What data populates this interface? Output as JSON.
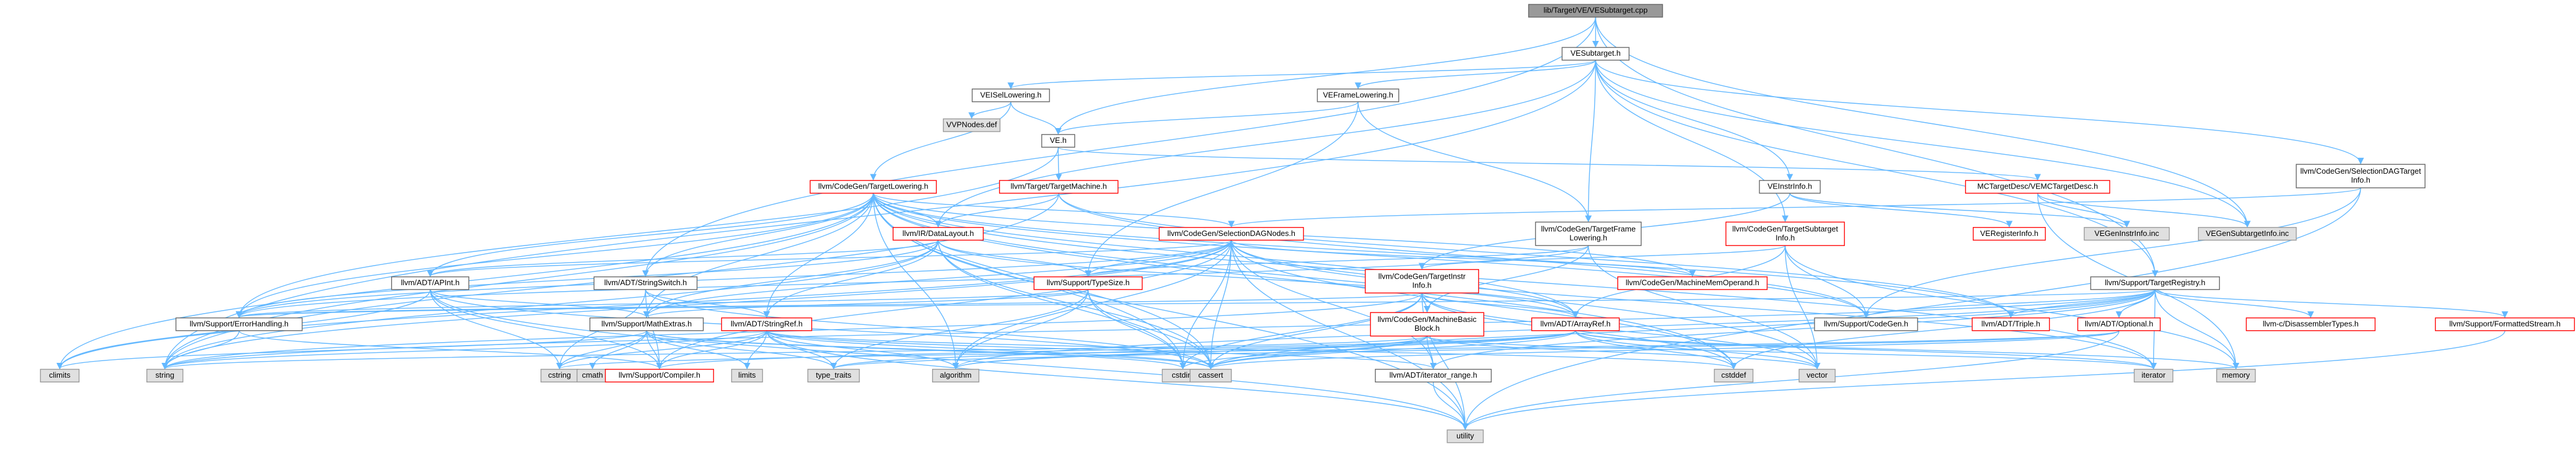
{
  "graph": {
    "colors": {
      "edge": "#63b8ff",
      "root_fill": "#999999",
      "root_stroke": "#666666",
      "normal_fill": "#ffffff",
      "normal_stroke": "#666666",
      "red_stroke": "#ff0000",
      "sys_fill": "#e0e0e0",
      "sys_stroke": "#999999"
    },
    "nodes": [
      {
        "id": "root",
        "label": "lib/Target/VE/VESubtarget.cpp",
        "style": "root"
      },
      {
        "id": "vesubtarget_h",
        "label": "VESubtarget.h",
        "style": "normal"
      },
      {
        "id": "veisellowering_h",
        "label": "VEISelLowering.h",
        "style": "normal"
      },
      {
        "id": "veframelowering_h",
        "label": "VEFrameLowering.h",
        "style": "normal"
      },
      {
        "id": "vvpnodes_def",
        "label": "VVPNodes.def",
        "style": "sys"
      },
      {
        "id": "ve_h",
        "label": "VE.h",
        "style": "normal"
      },
      {
        "id": "veinstrinfo_h",
        "label": "VEInstrInfo.h",
        "style": "normal"
      },
      {
        "id": "mc_vemctargetdesc_h",
        "label": "MCTargetDesc/VEMCTargetDesc.h",
        "style": "red"
      },
      {
        "id": "cg_selectiondagtargetinfo_h",
        "label": [
          "llvm/CodeGen/SelectionDAGTarget",
          "Info.h"
        ],
        "style": "normal"
      },
      {
        "id": "cg_targetlowering_h",
        "label": "llvm/CodeGen/TargetLowering.h",
        "style": "red"
      },
      {
        "id": "target_targetmachine_h",
        "label": "llvm/Target/TargetMachine.h",
        "style": "red"
      },
      {
        "id": "ir_datalayout_h",
        "label": "llvm/IR/DataLayout.h",
        "style": "red"
      },
      {
        "id": "cg_selectiondagnodes_h",
        "label": "llvm/CodeGen/SelectionDAGNodes.h",
        "style": "red"
      },
      {
        "id": "cg_targetframelowering_h",
        "label": [
          "llvm/CodeGen/TargetFrame",
          "Lowering.h"
        ],
        "style": "normal"
      },
      {
        "id": "cg_targetsubtargetinfo_h",
        "label": [
          "llvm/CodeGen/TargetSubtarget",
          "Info.h"
        ],
        "style": "red"
      },
      {
        "id": "veregisterinfo_h",
        "label": "VERegisterInfo.h",
        "style": "red"
      },
      {
        "id": "vegeninstrinfo_inc",
        "label": "VEGenInstrInfo.inc",
        "style": "sys"
      },
      {
        "id": "vegensubtargetinfo_inc",
        "label": "VEGenSubtargetInfo.inc",
        "style": "sys"
      },
      {
        "id": "adt_apint_h",
        "label": "llvm/ADT/APInt.h",
        "style": "normal"
      },
      {
        "id": "adt_stringswitch_h",
        "label": "llvm/ADT/StringSwitch.h",
        "style": "normal"
      },
      {
        "id": "support_typesize_h",
        "label": "llvm/Support/TypeSize.h",
        "style": "red"
      },
      {
        "id": "cg_targetinstrinfo_h",
        "label": [
          "llvm/CodeGen/TargetInstr",
          "Info.h"
        ],
        "style": "red"
      },
      {
        "id": "cg_machinememoperand_h",
        "label": "llvm/CodeGen/MachineMemOperand.h",
        "style": "red"
      },
      {
        "id": "support_targetregistry_h",
        "label": "llvm/Support/TargetRegistry.h",
        "style": "normal"
      },
      {
        "id": "support_errorhandling_h",
        "label": "llvm/Support/ErrorHandling.h",
        "style": "normal"
      },
      {
        "id": "support_mathextras_h",
        "label": "llvm/Support/MathExtras.h",
        "style": "normal"
      },
      {
        "id": "adt_stringref_h",
        "label": "llvm/ADT/StringRef.h",
        "style": "red"
      },
      {
        "id": "cg_machinebasicblock_h",
        "label": [
          "llvm/CodeGen/MachineBasic",
          "Block.h"
        ],
        "style": "red"
      },
      {
        "id": "adt_arrayref_h",
        "label": "llvm/ADT/ArrayRef.h",
        "style": "red"
      },
      {
        "id": "support_codegen_h",
        "label": "llvm/Support/CodeGen.h",
        "style": "normal"
      },
      {
        "id": "adt_triple_h",
        "label": "llvm/ADT/Triple.h",
        "style": "red"
      },
      {
        "id": "adt_optional_h",
        "label": "llvm/ADT/Optional.h",
        "style": "red"
      },
      {
        "id": "c_disassemblertypes_h",
        "label": "llvm-c/DisassemblerTypes.h",
        "style": "red"
      },
      {
        "id": "support_formattedstream_h",
        "label": "llvm/Support/FormattedStream.h",
        "style": "red"
      },
      {
        "id": "climits",
        "label": "climits",
        "style": "sys"
      },
      {
        "id": "string",
        "label": "string",
        "style": "sys"
      },
      {
        "id": "cstring",
        "label": "cstring",
        "style": "sys"
      },
      {
        "id": "cmath",
        "label": "cmath",
        "style": "sys"
      },
      {
        "id": "support_compiler_h",
        "label": "llvm/Support/Compiler.h",
        "style": "red"
      },
      {
        "id": "limits",
        "label": "limits",
        "style": "sys"
      },
      {
        "id": "type_traits",
        "label": "type_traits",
        "style": "sys"
      },
      {
        "id": "algorithm",
        "label": "algorithm",
        "style": "sys"
      },
      {
        "id": "cstdint",
        "label": "cstdint",
        "style": "sys"
      },
      {
        "id": "cassert",
        "label": "cassert",
        "style": "sys"
      },
      {
        "id": "adt_iterator_range_h",
        "label": "llvm/ADT/iterator_range.h",
        "style": "normal"
      },
      {
        "id": "cstddef",
        "label": "cstddef",
        "style": "sys"
      },
      {
        "id": "vector",
        "label": "vector",
        "style": "sys"
      },
      {
        "id": "iterator",
        "label": "iterator",
        "style": "sys"
      },
      {
        "id": "memory",
        "label": "memory",
        "style": "sys"
      },
      {
        "id": "utility",
        "label": "utility",
        "style": "sys"
      }
    ],
    "edges": [
      [
        "root",
        "vesubtarget_h"
      ],
      [
        "root",
        "ve_h"
      ],
      [
        "root",
        "adt_stringswitch_h"
      ],
      [
        "root",
        "support_targetregistry_h"
      ],
      [
        "root",
        "vegensubtargetinfo_inc"
      ],
      [
        "vesubtarget_h",
        "veisellowering_h"
      ],
      [
        "vesubtarget_h",
        "veframelowering_h"
      ],
      [
        "vesubtarget_h",
        "veinstrinfo_h"
      ],
      [
        "vesubtarget_h",
        "cg_selectiondagtargetinfo_h"
      ],
      [
        "vesubtarget_h",
        "cg_targetframelowering_h"
      ],
      [
        "vesubtarget_h",
        "cg_targetsubtargetinfo_h"
      ],
      [
        "vesubtarget_h",
        "ir_datalayout_h"
      ],
      [
        "vesubtarget_h",
        "vegensubtargetinfo_inc"
      ],
      [
        "vesubtarget_h",
        "string"
      ],
      [
        "vesubtarget_h",
        "support_targetregistry_h"
      ],
      [
        "veisellowering_h",
        "ve_h"
      ],
      [
        "veisellowering_h",
        "cg_targetlowering_h"
      ],
      [
        "veisellowering_h",
        "vvpnodes_def"
      ],
      [
        "veframelowering_h",
        "ve_h"
      ],
      [
        "veframelowering_h",
        "cg_targetframelowering_h"
      ],
      [
        "veframelowering_h",
        "support_typesize_h"
      ],
      [
        "ve_h",
        "mc_vemctargetdesc_h"
      ],
      [
        "ve_h",
        "support_errorhandling_h"
      ],
      [
        "ve_h",
        "target_targetmachine_h"
      ],
      [
        "veinstrinfo_h",
        "veregisterinfo_h"
      ],
      [
        "veinstrinfo_h",
        "cg_targetinstrinfo_h"
      ],
      [
        "veinstrinfo_h",
        "vegeninstrinfo_inc"
      ],
      [
        "mc_vemctargetdesc_h",
        "support_datatypes"
      ],
      [
        "mc_vemctargetdesc_h",
        "memory"
      ],
      [
        "mc_vemctargetdesc_h",
        "vegeninstrinfo_inc"
      ],
      [
        "mc_vemctargetdesc_h",
        "vegensubtargetinfo_inc"
      ],
      [
        "cg_selectiondagtargetinfo_h",
        "cg_selectiondagnodes_h"
      ],
      [
        "cg_selectiondagtargetinfo_h",
        "support_codegen_h"
      ],
      [
        "cg_selectiondagtargetinfo_h",
        "utility"
      ],
      [
        "cg_targetlowering_h",
        "adt_apint_h"
      ],
      [
        "cg_targetlowering_h",
        "adt_arrayref_h"
      ],
      [
        "cg_targetlowering_h",
        "adt_stringref_h"
      ],
      [
        "cg_targetlowering_h",
        "cg_selectiondagnodes_h"
      ],
      [
        "cg_targetlowering_h",
        "ir_datalayout_h"
      ],
      [
        "cg_targetlowering_h",
        "support_errorhandling_h"
      ],
      [
        "cg_targetlowering_h",
        "support_mathextras_h"
      ],
      [
        "cg_targetlowering_h",
        "algorithm"
      ],
      [
        "cg_targetlowering_h",
        "cassert"
      ],
      [
        "cg_targetlowering_h",
        "climits"
      ],
      [
        "cg_targetlowering_h",
        "cstdint"
      ],
      [
        "cg_targetlowering_h",
        "iterator"
      ],
      [
        "cg_targetlowering_h",
        "string"
      ],
      [
        "cg_targetlowering_h",
        "utility"
      ],
      [
        "cg_targetlowering_h",
        "vector"
      ],
      [
        "cg_targetlowering_h",
        "support_codegen_h"
      ],
      [
        "cg_targetlowering_h",
        "adt_stringswitch_h"
      ],
      [
        "cg_targetlowering_h",
        "cg_machinememoperand_h"
      ],
      [
        "cg_targetlowering_h",
        "adt_triple_h"
      ],
      [
        "cg_targetlowering_h",
        "cstddef"
      ],
      [
        "target_targetmachine_h",
        "ir_datalayout_h"
      ],
      [
        "target_targetmachine_h",
        "support_codegen_h"
      ],
      [
        "target_targetmachine_h",
        "string"
      ],
      [
        "target_targetmachine_h",
        "adt_triple_h"
      ],
      [
        "ir_datalayout_h",
        "adt_apint_h"
      ],
      [
        "ir_datalayout_h",
        "adt_arrayref_h"
      ],
      [
        "ir_datalayout_h",
        "adt_stringref_h"
      ],
      [
        "ir_datalayout_h",
        "support_errorhandling_h"
      ],
      [
        "ir_datalayout_h",
        "support_mathextras_h"
      ],
      [
        "ir_datalayout_h",
        "support_typesize_h"
      ],
      [
        "ir_datalayout_h",
        "cassert"
      ],
      [
        "ir_datalayout_h",
        "cstdint"
      ],
      [
        "ir_datalayout_h",
        "string"
      ],
      [
        "cg_selectiondagnodes_h",
        "adt_apint_h"
      ],
      [
        "cg_selectiondagnodes_h",
        "adt_arrayref_h"
      ],
      [
        "cg_selectiondagnodes_h",
        "adt_iterator_range_h"
      ],
      [
        "cg_selectiondagnodes_h",
        "cg_machinememoperand_h"
      ],
      [
        "cg_selectiondagnodes_h",
        "support_typesize_h"
      ],
      [
        "cg_selectiondagnodes_h",
        "support_errorhandling_h"
      ],
      [
        "cg_selectiondagnodes_h",
        "support_mathextras_h"
      ],
      [
        "cg_selectiondagnodes_h",
        "algorithm"
      ],
      [
        "cg_selectiondagnodes_h",
        "cassert"
      ],
      [
        "cg_selectiondagnodes_h",
        "climits"
      ],
      [
        "cg_selectiondagnodes_h",
        "cstddef"
      ],
      [
        "cg_selectiondagnodes_h",
        "cstdint"
      ],
      [
        "cg_selectiondagnodes_h",
        "iterator"
      ],
      [
        "cg_selectiondagnodes_h",
        "string"
      ],
      [
        "cg_selectiondagnodes_h",
        "tuple"
      ],
      [
        "cg_selectiondagnodes_h",
        "utility"
      ],
      [
        "cg_selectiondagnodes_h",
        "support_compiler_h"
      ],
      [
        "cg_targetframelowering_h",
        "support_typesize_h"
      ],
      [
        "cg_targetframelowering_h",
        "vector"
      ],
      [
        "cg_targetframelowering_h",
        "cg_machinebasicblock_h"
      ],
      [
        "cg_targetframelowering_h",
        "support_errorhandling_h"
      ],
      [
        "cg_targetsubtargetinfo_h",
        "adt_arrayref_h"
      ],
      [
        "cg_targetsubtargetinfo_h",
        "support_codegen_h"
      ],
      [
        "cg_targetsubtargetinfo_h",
        "memory"
      ],
      [
        "cg_targetsubtargetinfo_h",
        "vector"
      ],
      [
        "cg_targetsubtargetinfo_h",
        "cg_targetinstrinfo_h"
      ],
      [
        "adt_apint_h",
        "support_compiler_h"
      ],
      [
        "adt_apint_h",
        "support_mathextras_h"
      ],
      [
        "adt_apint_h",
        "cassert"
      ],
      [
        "adt_apint_h",
        "climits"
      ],
      [
        "adt_apint_h",
        "cstring"
      ],
      [
        "adt_apint_h",
        "utility"
      ],
      [
        "adt_stringswitch_h",
        "adt_stringref_h"
      ],
      [
        "adt_stringswitch_h",
        "support_compiler_h"
      ],
      [
        "adt_stringswitch_h",
        "cassert"
      ],
      [
        "adt_stringswitch_h",
        "cstring"
      ],
      [
        "support_typesize_h",
        "support_mathextras_h"
      ],
      [
        "support_typesize_h",
        "algorithm"
      ],
      [
        "support_typesize_h",
        "array"
      ],
      [
        "support_typesize_h",
        "cassert"
      ],
      [
        "support_typesize_h",
        "cstdint"
      ],
      [
        "support_typesize_h",
        "type_traits"
      ],
      [
        "support_typesize_h",
        "support_errorhandling_h"
      ],
      [
        "cg_targetinstrinfo_h",
        "adt_arrayref_h"
      ],
      [
        "cg_targetinstrinfo_h",
        "cg_machinebasicblock_h"
      ],
      [
        "cg_targetinstrinfo_h",
        "support_errorhandling_h"
      ],
      [
        "cg_targetinstrinfo_h",
        "cassert"
      ],
      [
        "cg_targetinstrinfo_h",
        "cstddef"
      ],
      [
        "cg_targetinstrinfo_h",
        "cstdint"
      ],
      [
        "cg_targetinstrinfo_h",
        "utility"
      ],
      [
        "cg_targetinstrinfo_h",
        "vector"
      ],
      [
        "cg_targetinstrinfo_h",
        "string"
      ],
      [
        "support_targetregistry_h",
        "support_codegen_h"
      ],
      [
        "support_targetregistry_h",
        "adt_triple_h"
      ],
      [
        "support_targetregistry_h",
        "adt_optional_h"
      ],
      [
        "support_targetregistry_h",
        "c_disassemblertypes_h"
      ],
      [
        "support_targetregistry_h",
        "support_formattedstream_h"
      ],
      [
        "support_targetregistry_h",
        "adt_iterator_range_h"
      ],
      [
        "support_targetregistry_h",
        "support_errorhandling_h"
      ],
      [
        "support_targetregistry_h",
        "algorithm"
      ],
      [
        "support_targetregistry_h",
        "cassert"
      ],
      [
        "support_targetregistry_h",
        "cstddef"
      ],
      [
        "support_targetregistry_h",
        "iterator"
      ],
      [
        "support_targetregistry_h",
        "memory"
      ],
      [
        "support_targetregistry_h",
        "string"
      ],
      [
        "support_errorhandling_h",
        "support_compiler_h"
      ],
      [
        "support_errorhandling_h",
        "string"
      ],
      [
        "support_mathextras_h",
        "support_compiler_h"
      ],
      [
        "support_mathextras_h",
        "cassert"
      ],
      [
        "support_mathextras_h",
        "climits"
      ],
      [
        "support_mathextras_h",
        "cmath"
      ],
      [
        "support_mathextras_h",
        "cstdint"
      ],
      [
        "support_mathextras_h",
        "cstring"
      ],
      [
        "support_mathextras_h",
        "limits"
      ],
      [
        "support_mathextras_h",
        "type_traits"
      ],
      [
        "adt_stringref_h",
        "adt_iterator_range_h"
      ],
      [
        "adt_stringref_h",
        "support_compiler_h"
      ],
      [
        "adt_stringref_h",
        "algorithm"
      ],
      [
        "adt_stringref_h",
        "cassert"
      ],
      [
        "adt_stringref_h",
        "cstddef"
      ],
      [
        "adt_stringref_h",
        "cstring"
      ],
      [
        "adt_stringref_h",
        "limits"
      ],
      [
        "adt_stringref_h",
        "string"
      ],
      [
        "adt_stringref_h",
        "type_traits"
      ],
      [
        "adt_stringref_h",
        "utility"
      ],
      [
        "cg_machinebasicblock_h",
        "adt_iterator_range_h"
      ],
      [
        "cg_machinebasicblock_h",
        "cassert"
      ],
      [
        "cg_machinebasicblock_h",
        "cstdint"
      ],
      [
        "cg_machinebasicblock_h",
        "iterator"
      ],
      [
        "cg_machinebasicblock_h",
        "string"
      ],
      [
        "cg_machinebasicblock_h",
        "vector"
      ],
      [
        "cg_machinebasicblock_h",
        "algorithm"
      ],
      [
        "adt_arrayref_h",
        "support_compiler_h"
      ],
      [
        "adt_arrayref_h",
        "algorithm"
      ],
      [
        "adt_arrayref_h",
        "cassert"
      ],
      [
        "adt_arrayref_h",
        "cstddef"
      ],
      [
        "adt_arrayref_h",
        "iterator"
      ],
      [
        "adt_arrayref_h",
        "memory"
      ],
      [
        "adt_arrayref_h",
        "type_traits"
      ],
      [
        "adt_arrayref_h",
        "vector"
      ],
      [
        "adt_optional_h",
        "cassert"
      ],
      [
        "adt_optional_h",
        "cstring"
      ],
      [
        "adt_optional_h",
        "type_traits"
      ],
      [
        "adt_optional_h",
        "utility"
      ],
      [
        "adt_iterator_range_h",
        "utility"
      ],
      [
        "support_formattedstream_h",
        "utility"
      ]
    ]
  }
}
